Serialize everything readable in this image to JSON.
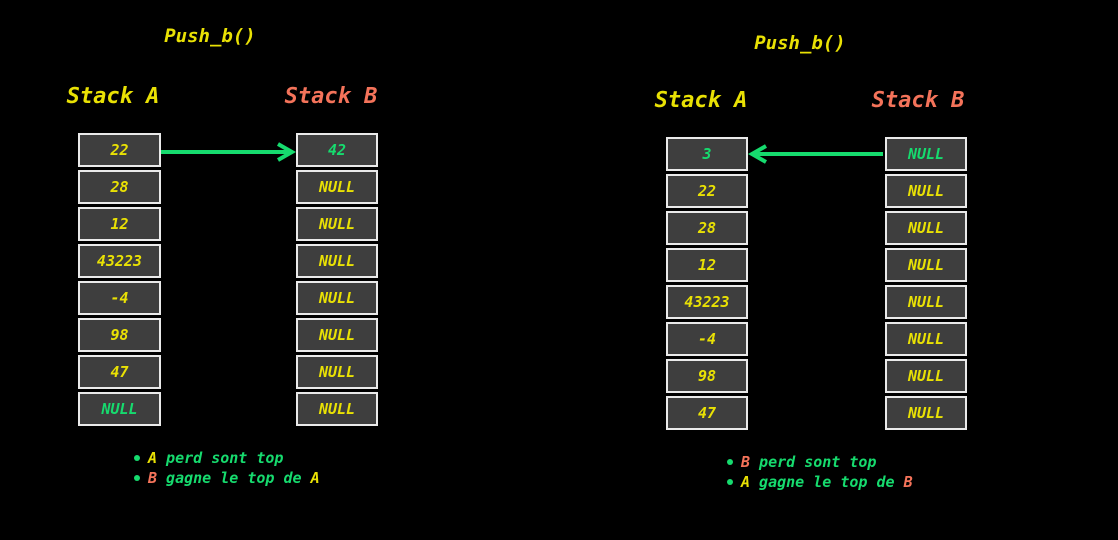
{
  "colors": {
    "background": "#000000",
    "yellow": "#e9e104",
    "salmon": "#f4735a",
    "green": "#16db6e",
    "cell-bg": "#3e3e3e",
    "cell-border": "#eaeaea"
  },
  "panels": [
    {
      "title": "Push_b()",
      "stack_a_label": "Stack A",
      "stack_b_label": "Stack B",
      "arrow_direction": "a-to-b",
      "stack_a": [
        {
          "value": "22",
          "color": "yellow"
        },
        {
          "value": "28",
          "color": "yellow"
        },
        {
          "value": "12",
          "color": "yellow"
        },
        {
          "value": "43223",
          "color": "yellow"
        },
        {
          "value": "-4",
          "color": "yellow"
        },
        {
          "value": "98",
          "color": "yellow"
        },
        {
          "value": "47",
          "color": "yellow"
        },
        {
          "value": "NULL",
          "color": "green"
        }
      ],
      "stack_b": [
        {
          "value": "42",
          "color": "green"
        },
        {
          "value": "NULL",
          "color": "yellow"
        },
        {
          "value": "NULL",
          "color": "yellow"
        },
        {
          "value": "NULL",
          "color": "yellow"
        },
        {
          "value": "NULL",
          "color": "yellow"
        },
        {
          "value": "NULL",
          "color": "yellow"
        },
        {
          "value": "NULL",
          "color": "yellow"
        },
        {
          "value": "NULL",
          "color": "yellow"
        }
      ],
      "bullets": [
        {
          "parts": [
            {
              "text": "A",
              "color": "yellow"
            },
            {
              "text": " perd sont top",
              "color": "green"
            }
          ]
        },
        {
          "parts": [
            {
              "text": "B",
              "color": "salmon"
            },
            {
              "text": " gagne le top de ",
              "color": "green"
            },
            {
              "text": "A",
              "color": "yellow"
            }
          ]
        }
      ]
    },
    {
      "title": "Push_b()",
      "stack_a_label": "Stack A",
      "stack_b_label": "Stack B",
      "arrow_direction": "b-to-a",
      "stack_a": [
        {
          "value": "3",
          "color": "green"
        },
        {
          "value": "22",
          "color": "yellow"
        },
        {
          "value": "28",
          "color": "yellow"
        },
        {
          "value": "12",
          "color": "yellow"
        },
        {
          "value": "43223",
          "color": "yellow"
        },
        {
          "value": "-4",
          "color": "yellow"
        },
        {
          "value": "98",
          "color": "yellow"
        },
        {
          "value": "47",
          "color": "yellow"
        }
      ],
      "stack_b": [
        {
          "value": "NULL",
          "color": "green"
        },
        {
          "value": "NULL",
          "color": "yellow"
        },
        {
          "value": "NULL",
          "color": "yellow"
        },
        {
          "value": "NULL",
          "color": "yellow"
        },
        {
          "value": "NULL",
          "color": "yellow"
        },
        {
          "value": "NULL",
          "color": "yellow"
        },
        {
          "value": "NULL",
          "color": "yellow"
        },
        {
          "value": "NULL",
          "color": "yellow"
        }
      ],
      "bullets": [
        {
          "parts": [
            {
              "text": "B",
              "color": "salmon"
            },
            {
              "text": " perd sont top",
              "color": "green"
            }
          ]
        },
        {
          "parts": [
            {
              "text": "A",
              "color": "yellow"
            },
            {
              "text": " gagne le top de ",
              "color": "green"
            },
            {
              "text": "B",
              "color": "salmon"
            }
          ]
        }
      ]
    }
  ]
}
